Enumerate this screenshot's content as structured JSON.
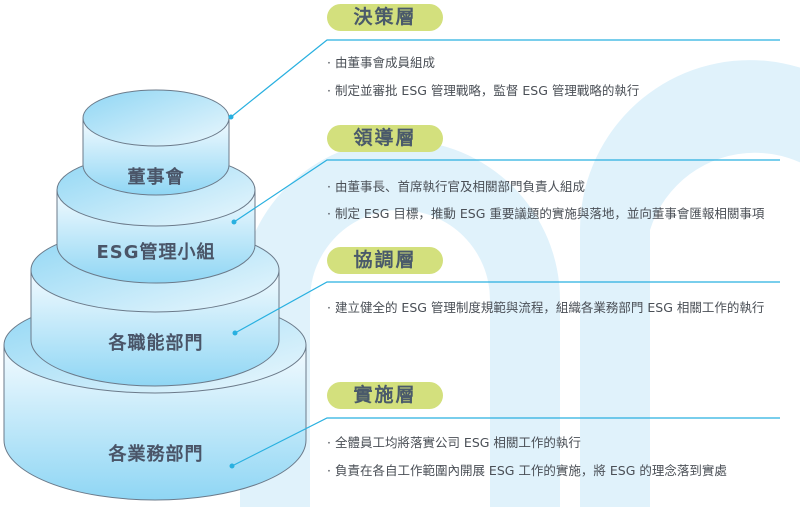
{
  "colors": {
    "accent_line": "#29b0e0",
    "pill_bg": "#d3e07d",
    "pill_text": "#4a5a6a",
    "tier_text": "#4a5568",
    "body_text": "#4a4f56",
    "background_arch": "#e0f2fb"
  },
  "tiers": [
    {
      "label": "董事會"
    },
    {
      "label": "ESG管理小組"
    },
    {
      "label": "各職能部門"
    },
    {
      "label": "各業務部門"
    }
  ],
  "layers": [
    {
      "title": "決策層",
      "bullets": [
        "· 由董事會成員組成",
        "· 制定並審批 ESG 管理戰略，監督 ESG 管理戰略的執行"
      ]
    },
    {
      "title": "領導層",
      "bullets": [
        "· 由董事長、首席執行官及相關部門負責人組成",
        "· 制定 ESG 目標，推動 ESG 重要議題的實施與落地，並向董事會匯報相關事項"
      ]
    },
    {
      "title": "協調層",
      "bullets": [
        "· 建立健全的 ESG 管理制度規範與流程，組織各業務部門 ESG 相關工作的執行"
      ]
    },
    {
      "title": "實施層",
      "bullets": [
        "· 全體員工均將落實公司 ESG 相關工作的執行",
        "· 負責在各自工作範圍內開展 ESG 工作的實施，將 ESG 的理念落到實處"
      ]
    }
  ]
}
